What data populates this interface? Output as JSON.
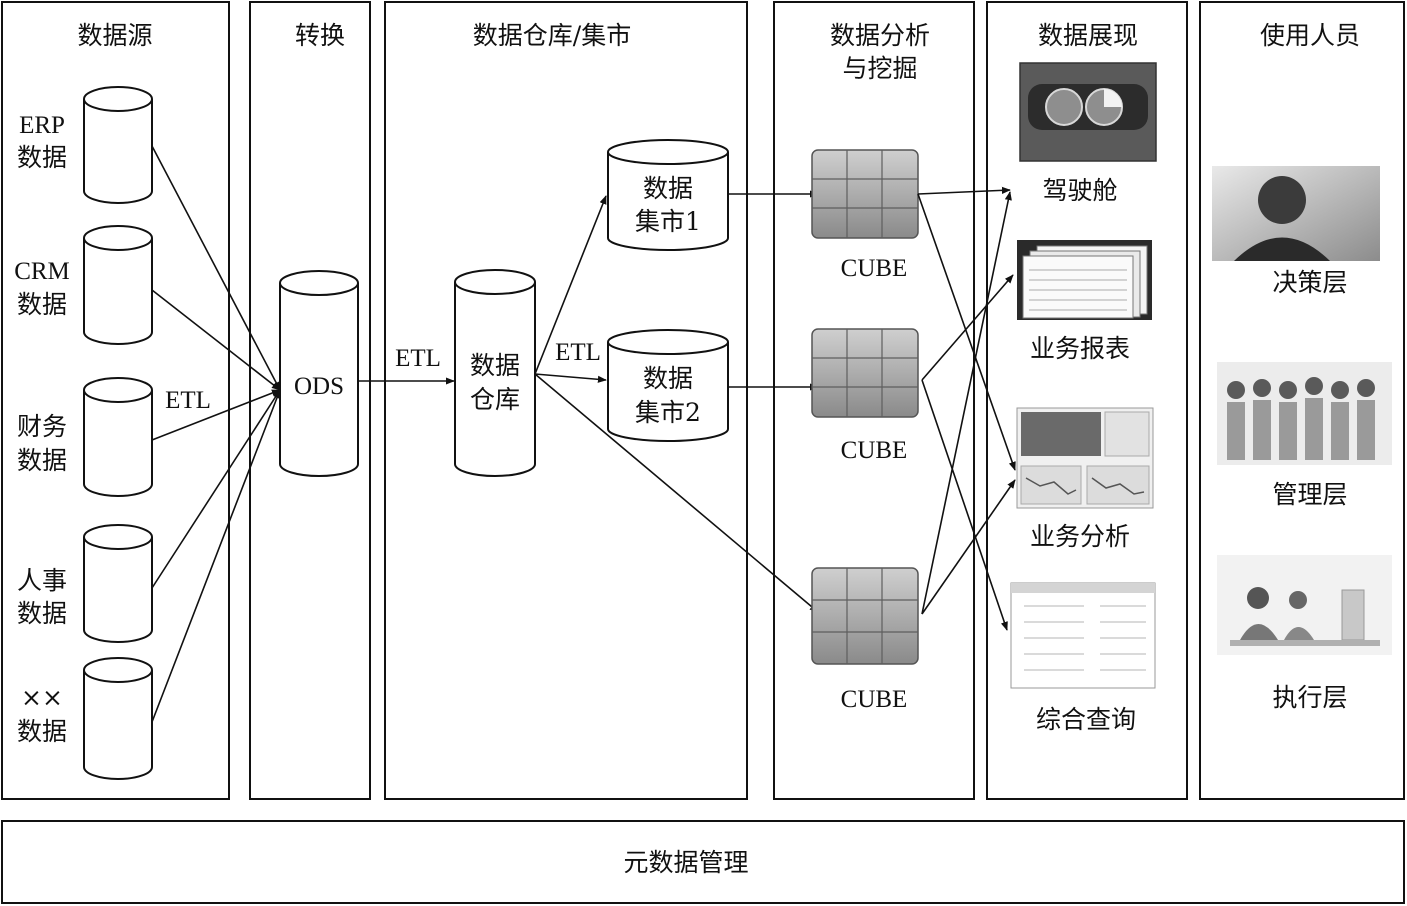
{
  "columns": [
    {
      "title": "数据源"
    },
    {
      "title": "转换"
    },
    {
      "title": "数据仓库/集市"
    },
    {
      "title_lines": [
        "数据分析",
        "与挖掘"
      ]
    },
    {
      "title": "数据展现"
    },
    {
      "title": "使用人员"
    }
  ],
  "sources": [
    {
      "lines": [
        "ERP",
        "数据"
      ]
    },
    {
      "lines": [
        "CRM",
        "数据"
      ]
    },
    {
      "lines": [
        "财务",
        "数据"
      ]
    },
    {
      "lines": [
        "人事",
        "数据"
      ]
    },
    {
      "lines": [
        "××",
        "数据"
      ]
    }
  ],
  "etl_label": "ETL",
  "ods_label": "ODS",
  "warehouse": {
    "lines": [
      "数据",
      "仓库"
    ]
  },
  "marts": [
    {
      "lines": [
        "数据",
        "集市1"
      ]
    },
    {
      "lines": [
        "数据",
        "集市2"
      ]
    }
  ],
  "cube_label": "CUBE",
  "presentations": [
    {
      "label": "驾驶舱"
    },
    {
      "label": "业务报表"
    },
    {
      "label": "业务分析"
    },
    {
      "label": "综合查询"
    }
  ],
  "users": [
    {
      "label": "决策层"
    },
    {
      "label": "管理层"
    },
    {
      "label": "执行层"
    }
  ],
  "footer": "元数据管理",
  "colors": {
    "stroke": "#111111",
    "background": "#ffffff"
  }
}
